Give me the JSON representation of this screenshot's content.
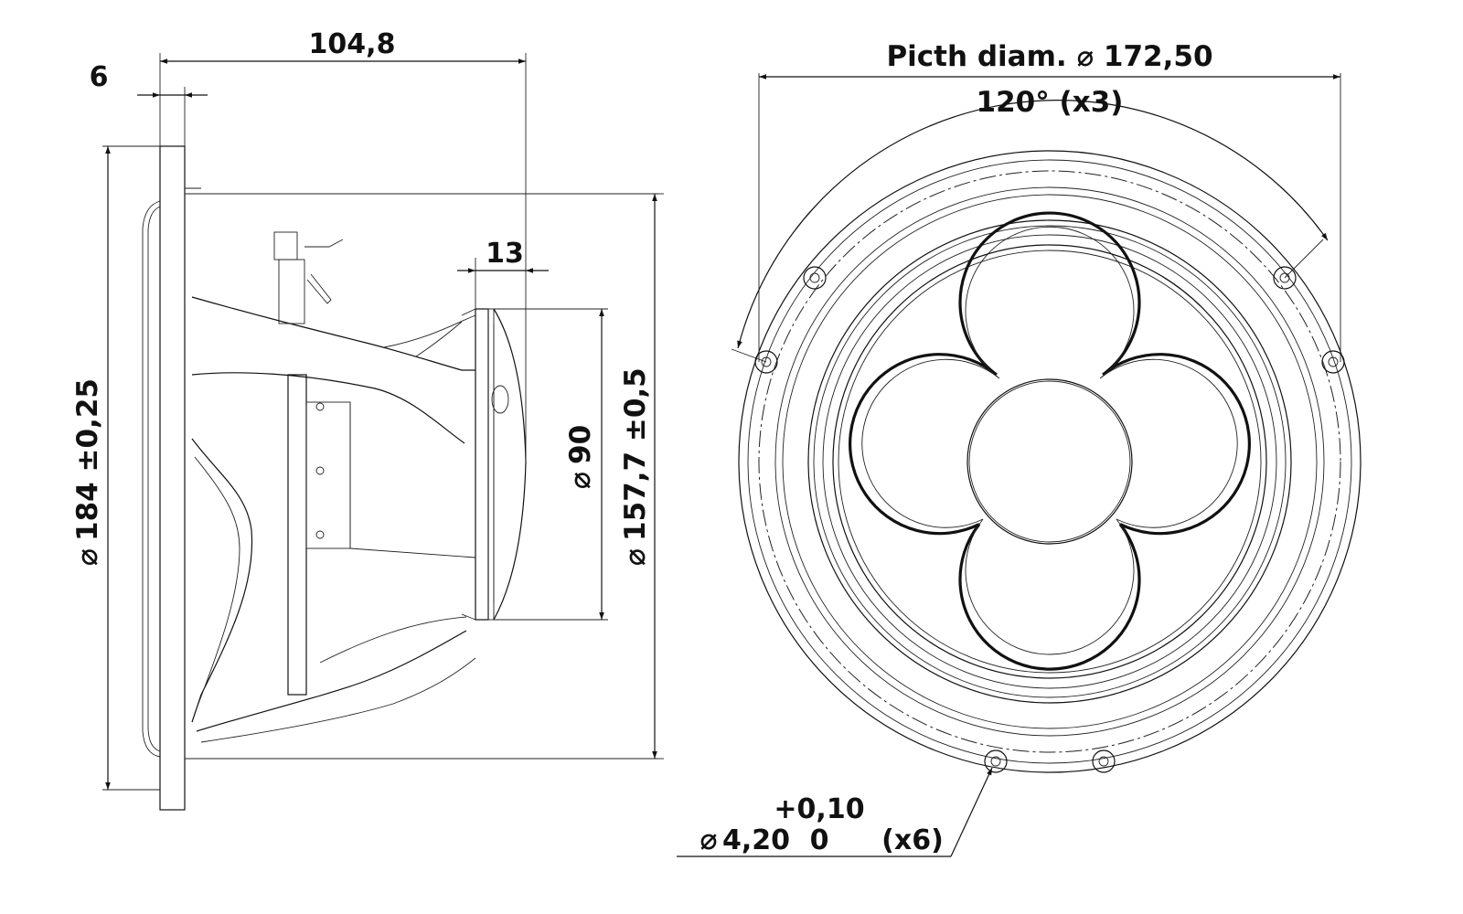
{
  "side_view": {
    "overall_depth": "104,8",
    "flange_thickness": "6",
    "magnet_height": "13",
    "outer_diameter": "184 ±0,25",
    "magnet_diameter": "90",
    "cutout_diameter": "157,7 ±0,5"
  },
  "front_view": {
    "pitch_diameter": "Picth diam. ⌀ 172,50",
    "angle": "120° (x3)",
    "hole_dia": "4,20",
    "hole_tol_upper": "+0,10",
    "hole_tol_lower": "0",
    "hole_count": "(x6)"
  },
  "symbols": {
    "diameter": "⌀"
  }
}
